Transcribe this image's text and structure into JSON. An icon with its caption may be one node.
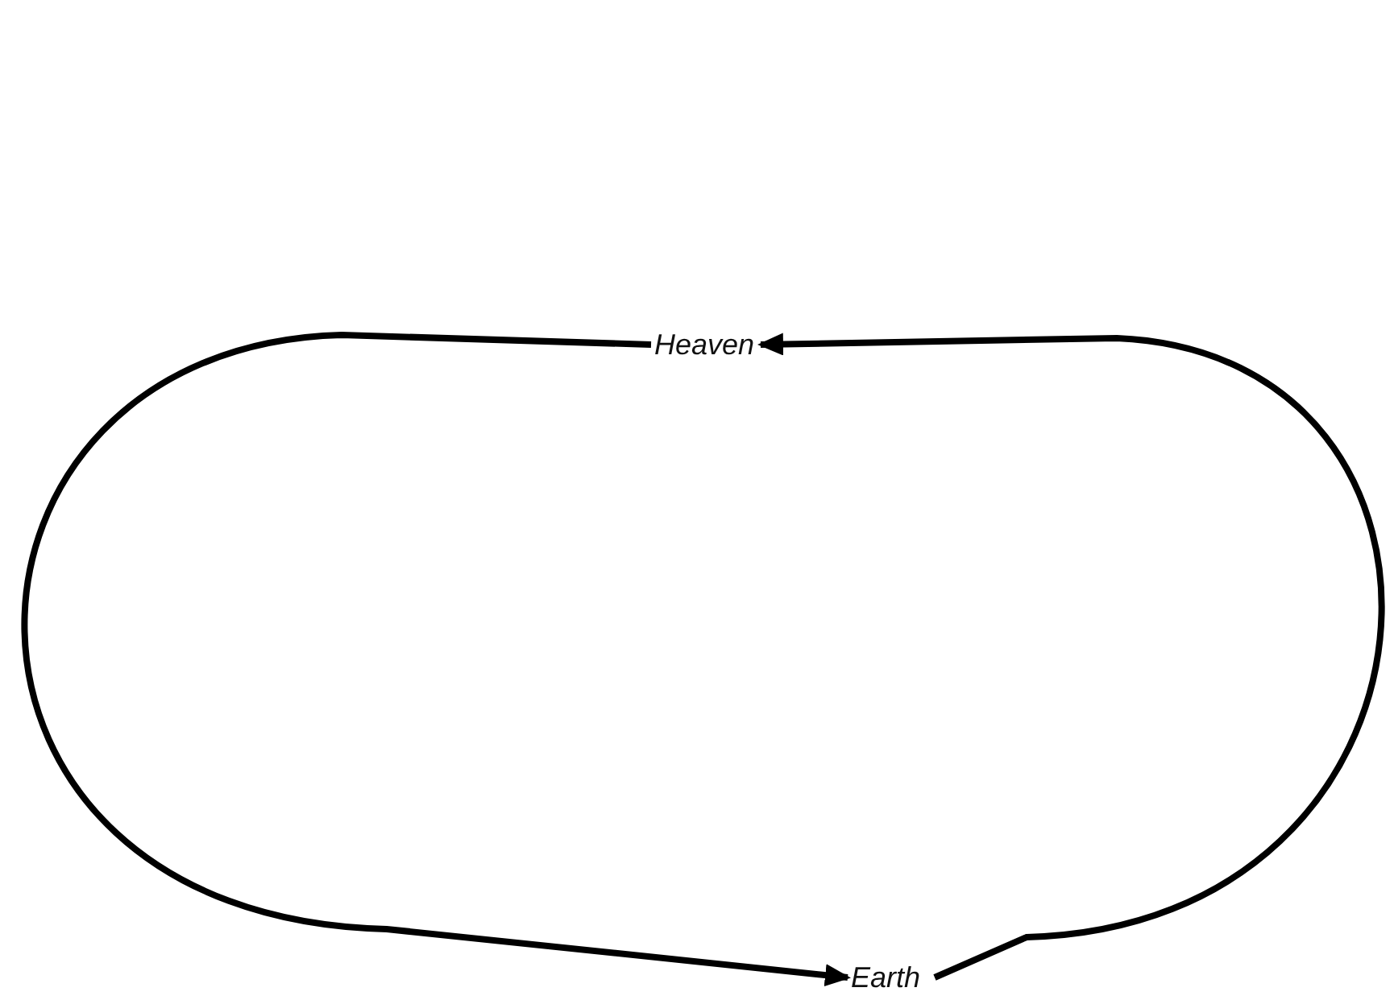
{
  "diagram": {
    "nodes": [
      {
        "text": [
          "Heaven"
        ]
      },
      {
        "text": [
          "Earth"
        ]
      }
    ],
    "edges": [
      {
        "from": 0,
        "to": 1,
        "arrow": "to"
      },
      {
        "from": 1,
        "to": 0,
        "arrow": "to"
      }
    ]
  }
}
